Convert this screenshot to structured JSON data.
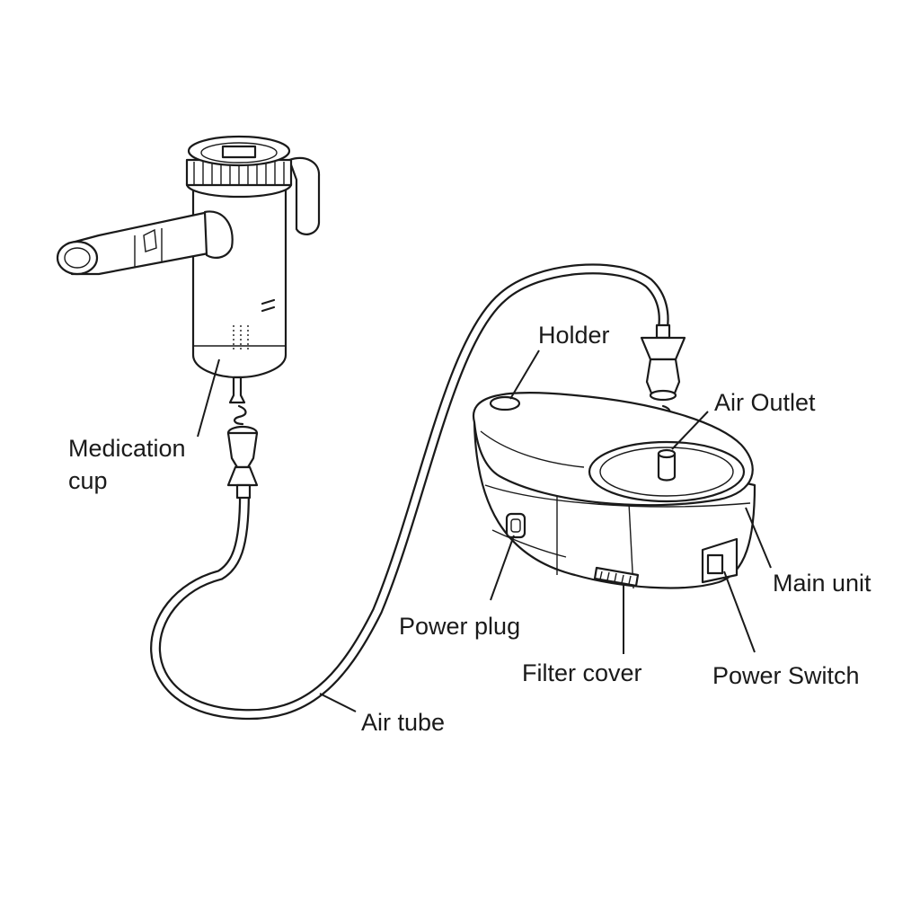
{
  "labels": {
    "holder": "Holder",
    "air_outlet": "Air Outlet",
    "medication_cup_line1": "Medication",
    "medication_cup_line2": "cup",
    "main_unit": "Main unit",
    "power_plug": "Power plug",
    "filter_cover": "Filter cover",
    "power_switch": "Power Switch",
    "air_tube": "Air tube"
  }
}
